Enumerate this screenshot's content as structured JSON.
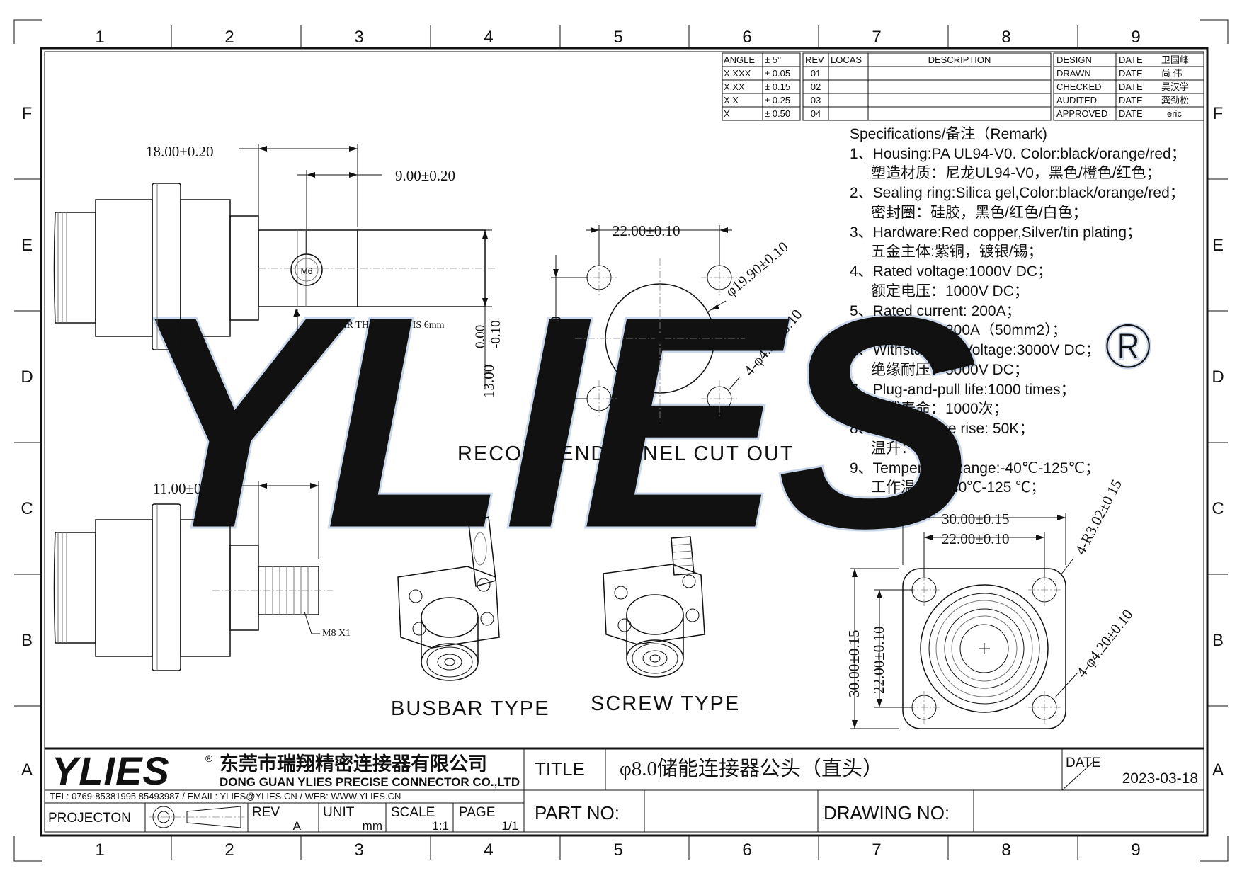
{
  "grid": {
    "cols": [
      "1",
      "2",
      "3",
      "4",
      "5",
      "6",
      "7",
      "8",
      "9"
    ],
    "rows": [
      "F",
      "E",
      "D",
      "C",
      "B",
      "A"
    ]
  },
  "tolerance": [
    {
      "label": "ANGLE",
      "value": "± 5°"
    },
    {
      "label": "X.XXX",
      "value": "± 0.05"
    },
    {
      "label": "X.XX",
      "value": "± 0.15"
    },
    {
      "label": "X.X",
      "value": "± 0.25"
    },
    {
      "label": "X",
      "value": "± 0.50"
    }
  ],
  "revisions": {
    "headers": [
      "REV",
      "LOCAS",
      "DESCRIPTION"
    ],
    "rows": [
      "01",
      "02",
      "03",
      "04"
    ]
  },
  "approvals": [
    {
      "role": "DESIGN",
      "date_label": "DATE",
      "name": "卫国峰"
    },
    {
      "role": "DRAWN",
      "date_label": "DATE",
      "name": "尚 伟"
    },
    {
      "role": "CHECKED",
      "date_label": "DATE",
      "name": "吴汉学"
    },
    {
      "role": "AUDITED",
      "date_label": "DATE",
      "name": "龚劲松"
    },
    {
      "role": "APPROVED",
      "date_label": "DATE",
      "name": "eric"
    }
  ],
  "specs": {
    "heading": "Specifications/备注（Remark)",
    "lines": [
      "1、Housing:PA UL94-V0. Color:black/orange/red；",
      "塑造材质：尼龙UL94-V0，黑色/橙色/红色；",
      "2、Sealing ring:Silica gel,Color:black/orange/red；",
      "密封圈：硅胶，黑色/红色/白色；",
      "3、Hardware:Red copper,Silver/tin plating；",
      "五金主体:紫铜，镀银/锡；",
      "4、Rated voltage:1000V DC；",
      "额定电压：1000V DC；",
      "5、Rated current: 200A；",
      "额定电流：200A（50mm2）；",
      "6、Withstanding Voltage:3000V DC；",
      "绝缘耐压：3000V DC；",
      "7、Plug-and-pull life:1000  times；",
      "插拨寿命：1000次；",
      "8、Temperature rise: 50K；",
      "温升：50K；",
      "9、Temperture Range:-40℃-125℃；",
      "工作温度：-40℃-125 ℃；"
    ]
  },
  "dims": {
    "busbar_total": "18.00±0.20",
    "busbar_tab": "9.00±0.20",
    "busbar_note": "BUSBAR THICKNESS IS 6mm",
    "busbar_height": "13.00",
    "busbar_height_tol_upper": "0.00",
    "busbar_height_tol_lower": "-0.10",
    "m6_label": "M6",
    "screw_length": "11.00±0.20",
    "screw_thread": "M8 X1",
    "panel_width": "22.00±0.10",
    "panel_height": "22.00±0.10",
    "panel_dia": "φ19.90±0.10",
    "panel_holes": "4-φ4.20±0.10",
    "front_outer_w": "30.00±0.15",
    "front_inner_w": "22.00±0.10",
    "front_outer_h": "30.00±0.15",
    "front_inner_h": "22.00±0.10",
    "front_radius": "4-R3.02±0 15",
    "front_holes": "4-φ4.20±0.10"
  },
  "labels": {
    "panel_cutout": "RECOMMEND PANEL CUT OUT",
    "busbar_type": "BUSBAR TYPE",
    "screw_type": "SCREW TYPE",
    "watermark": "YLIES",
    "watermark_reg": "®"
  },
  "titleblock": {
    "logo": "YLIES",
    "logo_reg": "®",
    "company_cn": "东莞市瑞翔精密连接器有限公司",
    "company_en": "DONG GUAN YLIES PRECISE CONNECTOR CO.,LTD",
    "contact": "TEL: 0769-85381995 85493987  /  EMAIL: YLIES@YLIES.CN  /  WEB: WWW.YLIES.CN",
    "projection_label": "PROJECTON",
    "rev_label": "REV",
    "rev_value": "A",
    "unit_label": "UNIT",
    "unit_value": "mm",
    "scale_label": "SCALE",
    "scale_value": "1:1",
    "page_label": "PAGE",
    "page_value": "1/1",
    "title_label": "TITLE",
    "title_value": "φ8.0储能连接器公头（直头）",
    "date_label": "DATE",
    "date_value": "2023-03-18",
    "part_no_label": "PART NO:",
    "part_no_value": "",
    "drawing_no_label": "DRAWING NO:",
    "drawing_no_value": ""
  }
}
